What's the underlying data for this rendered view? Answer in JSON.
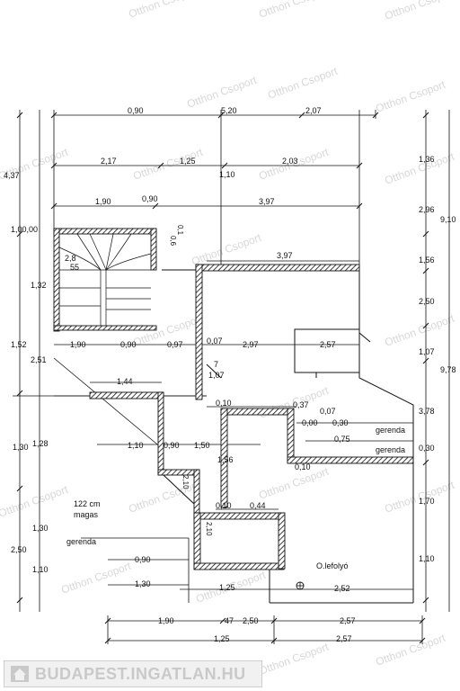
{
  "watermark": "Otthon Csoport",
  "brand": {
    "text": "BUDAPEST.INGATLAN.HU",
    "icon": "house-icon"
  },
  "labels": {
    "height_note_1": "122 cm",
    "height_note_2": "magas",
    "beam_left": "gerenda",
    "beam_right_1": "gerenda",
    "beam_right_2": "gerenda",
    "drain": "O.lefolyó",
    "stair_1": "2,8",
    "stair_2": "55"
  },
  "top_dims": {
    "row1": [
      "0,90",
      "5,20",
      "2,07"
    ],
    "row2": [
      "2,17",
      "1,25",
      "2,03"
    ],
    "row3": [
      "1,10"
    ],
    "row4": [
      "1,90",
      "3,97"
    ],
    "row4b": [
      "0,90"
    ],
    "row5": [
      "3,97"
    ]
  },
  "left_dims": [
    "4,37",
    "1,00,00",
    "1,32",
    "1,52",
    "2,51",
    "1,30",
    "1,28",
    "1,30",
    "2,50",
    "1,10"
  ],
  "right_dims_inner": [
    "1,36",
    "2,96",
    "1,56",
    "2,50",
    "1,07",
    "3,78",
    "0,30",
    "1,70",
    "1,10"
  ],
  "right_dims_outer": [
    "9,10",
    "9,78"
  ],
  "inner_dims": {
    "a": "1,90",
    "b": "0,90",
    "c": "0,97",
    "d": "0,07",
    "e": "2,97",
    "f": "2,57",
    "g": "1,44",
    "h": "1,07",
    "i": "7",
    "j": "0,10",
    "k": "0,37",
    "l": "0,07",
    "m": "0,00",
    "n": "0,30",
    "o": "0,75",
    "p": "1,10",
    "q": "0,90",
    "r": "1,50",
    "s": "1,56",
    "t": "0,10",
    "u": "0,10",
    "v": "0,44",
    "w": "0,90",
    "x": "1,30",
    "y": "1,25",
    "z": "2,52",
    "aa": "0,6",
    "bb": "0,1",
    "cc": "2,10",
    "dd": "2,10"
  },
  "bottom_dims": {
    "row1": [
      "1,90",
      "47",
      "2,50",
      "2,57"
    ],
    "row2": [
      "1,25",
      "2,57"
    ]
  }
}
